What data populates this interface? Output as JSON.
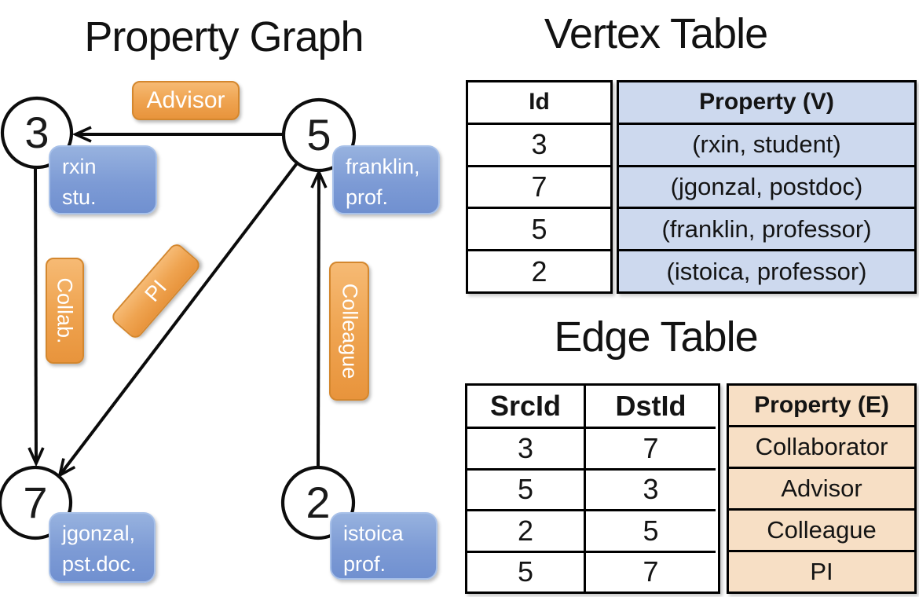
{
  "graph": {
    "title": "Property Graph",
    "nodes": {
      "n3": "3",
      "n5": "5",
      "n7": "7",
      "n2": "2"
    },
    "edge_labels": {
      "advisor": "Advisor",
      "collab": "Collab.",
      "pi": "PI",
      "colleague": "Colleague"
    },
    "vertex_boxes": {
      "rxin": {
        "line1": "rxin",
        "line2": "stu."
      },
      "franklin": {
        "line1": "franklin,",
        "line2": "prof."
      },
      "jgonzal": {
        "line1": "jgonzal,",
        "line2": "pst.doc."
      },
      "istoica": {
        "line1": "istoica",
        "line2": "prof."
      }
    }
  },
  "vertex_table": {
    "title": "Vertex Table",
    "headers": {
      "id": "Id",
      "property": "Property (V)"
    },
    "rows": [
      {
        "id": "3",
        "property": "(rxin, student)"
      },
      {
        "id": "7",
        "property": "(jgonzal, postdoc)"
      },
      {
        "id": "5",
        "property": "(franklin, professor)"
      },
      {
        "id": "2",
        "property": "(istoica, professor)"
      }
    ]
  },
  "edge_table": {
    "title": "Edge Table",
    "headers": {
      "src": "SrcId",
      "dst": "DstId",
      "property": "Property (E)"
    },
    "rows": [
      {
        "src": "3",
        "dst": "7",
        "property": "Collaborator"
      },
      {
        "src": "5",
        "dst": "3",
        "property": "Advisor"
      },
      {
        "src": "2",
        "dst": "5",
        "property": "Colleague"
      },
      {
        "src": "5",
        "dst": "7",
        "property": "PI"
      }
    ]
  },
  "colors": {
    "edge_label_fill_top": "#f6ba74",
    "edge_label_fill_bottom": "#e8943c",
    "edge_label_border": "#d4872e",
    "vertex_box_fill_top": "#97b2df",
    "vertex_box_fill_bottom": "#7090d0",
    "vertex_box_border": "#a8c1e9",
    "vertex_property_column_fill": "#cdd9ee",
    "edge_property_column_fill": "#f7dfc5",
    "line_color": "#0b0b0b"
  }
}
